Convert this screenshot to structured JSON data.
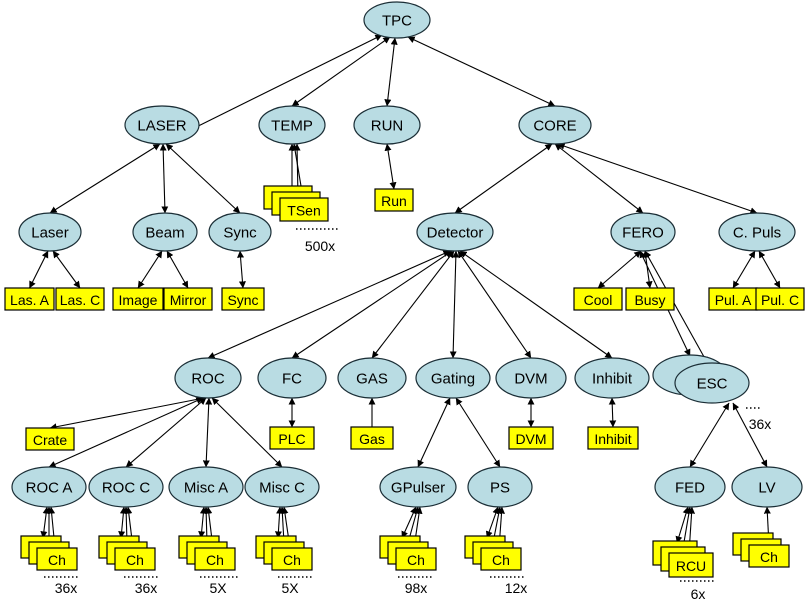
{
  "colors": {
    "node_fill": "#b9dce3",
    "node_stroke": "#1b2e36",
    "box_fill": "#ffff00",
    "box_stroke": "#000000"
  },
  "nodes": {
    "tpc": "TPC",
    "laser": "LASER",
    "temp": "TEMP",
    "run": "RUN",
    "core": "CORE",
    "laser_child": "Laser",
    "beam": "Beam",
    "sync": "Sync",
    "detector": "Detector",
    "fero": "FERO",
    "cpuls": "C. Puls",
    "roc": "ROC",
    "fc": "FC",
    "gas": "GAS",
    "gating": "Gating",
    "dvm": "DVM",
    "inhibit": "Inhibit",
    "roca": "ROC A",
    "rocc": "ROC C",
    "misca": "Misc A",
    "miscc": "Misc C",
    "gpulser": "GPulser",
    "ps": "PS",
    "esc_back": "",
    "esc": "ESC",
    "fed": "FED",
    "lv": "LV"
  },
  "boxes": {
    "tsen": "TSen",
    "run": "Run",
    "lasa": "Las. A",
    "lasc": "Las. C",
    "image": "Image",
    "mirror": "Mirror",
    "sync": "Sync",
    "cool": "Cool",
    "busy": "Busy",
    "pula": "Pul. A",
    "pulc": "Pul. C",
    "crate": "Crate",
    "plc": "PLC",
    "gas": "Gas",
    "dvm": "DVM",
    "inhibit": "Inhibit",
    "ch_roca": "Ch",
    "ch_rocc": "Ch",
    "ch_misca": "Ch",
    "ch_miscc": "Ch",
    "ch_gpulser": "Ch",
    "ch_ps": "Ch",
    "rcu": "RCU",
    "ch_lv": "Ch"
  },
  "multipliers": {
    "tsen": "500x",
    "esc": "36x",
    "roca": "36x",
    "rocc": "36x",
    "misca": "5X",
    "miscc": "5X",
    "gpulser": "98x",
    "ps": "12x",
    "rcu": "6x"
  }
}
